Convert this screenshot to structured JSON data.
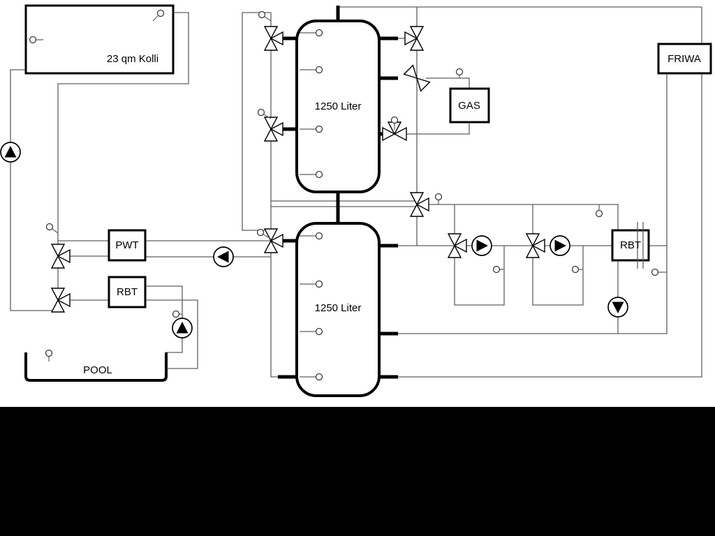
{
  "labels": {
    "collector": "23 qm Kolli",
    "tank_top": "1250 Liter",
    "tank_bottom": "1250 Liter",
    "gas": "GAS",
    "friwa": "FRIWA",
    "pwt": "PWT",
    "rbt_left": "RBT",
    "rbt_right": "RBT",
    "pool": "POOL"
  },
  "colors": {
    "background": "#ffffff",
    "pipe_line": "#5f5f5f",
    "component_outline": "#000000",
    "bottom_bar": "#000000"
  }
}
